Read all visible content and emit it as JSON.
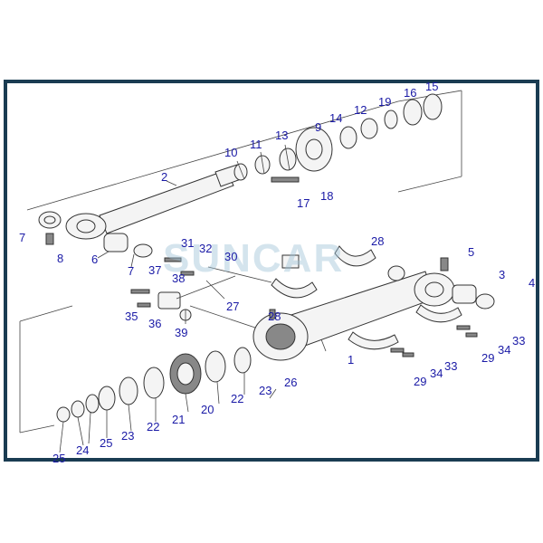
{
  "watermark": "SUNCAR",
  "colors": {
    "frame": "#1a3c52",
    "label": "#1a1aa6",
    "watermark": "#9fc3d6"
  },
  "part_labels": {
    "l1": "1",
    "l2": "2",
    "l3": "3",
    "l4": "4",
    "l5": "5",
    "l6": "6",
    "l7a": "7",
    "l7b": "7",
    "l8": "8",
    "l9": "9",
    "l10": "10",
    "l11": "11",
    "l12": "12",
    "l13": "13",
    "l14": "14",
    "l15": "15",
    "l16": "16",
    "l17": "17",
    "l18": "18",
    "l19": "19",
    "l20": "20",
    "l21": "21",
    "l22a": "22",
    "l22b": "22",
    "l23a": "23",
    "l23b": "23",
    "l24": "24",
    "l25a": "25",
    "l25b": "25",
    "l26": "26",
    "l27": "27",
    "l28a": "28",
    "l28b": "28",
    "l29a": "29",
    "l29b": "29",
    "l30": "30",
    "l31": "31",
    "l32": "32",
    "l33a": "33",
    "l33b": "33",
    "l34a": "34",
    "l34b": "34",
    "l35": "35",
    "l36": "36",
    "l37": "37",
    "l38": "38",
    "l39": "39"
  }
}
